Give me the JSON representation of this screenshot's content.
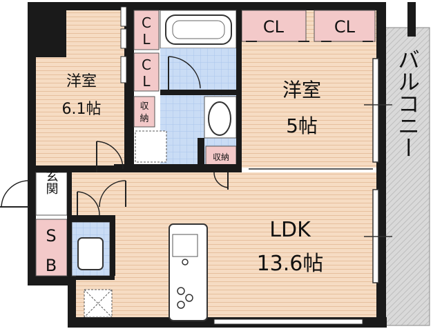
{
  "rooms": {
    "western_room_1": {
      "name": "洋室",
      "size": "6.1帖"
    },
    "western_room_2": {
      "name": "洋室",
      "size": "5帖"
    },
    "ldk": {
      "name": "LDK",
      "size": "13.6帖"
    },
    "balcony": {
      "name": "バルコニー"
    },
    "entrance": {
      "name": "玄関"
    },
    "shoe_box": {
      "line1": "S",
      "line2": "B"
    }
  },
  "closets": {
    "cl_left_upper": {
      "line1": "C",
      "line2": "L"
    },
    "cl_left_lower": {
      "line1": "C",
      "line2": "L"
    },
    "cl_top_1": "CL",
    "cl_top_2": "CL"
  },
  "storage": {
    "shuno_left": {
      "line1": "収",
      "line2": "納"
    },
    "shuno_right": "収納"
  },
  "colors": {
    "wall": "#1a1a1a",
    "floor": "#f6dcc3",
    "floor_line": "#e6bf9d",
    "wet": "#c9dcf5",
    "wet_grid": "#a9c4ea",
    "closet": "#f3c9c9",
    "balcony": "#d9d9d9",
    "balcony_hatch": "#bdbdbd"
  }
}
